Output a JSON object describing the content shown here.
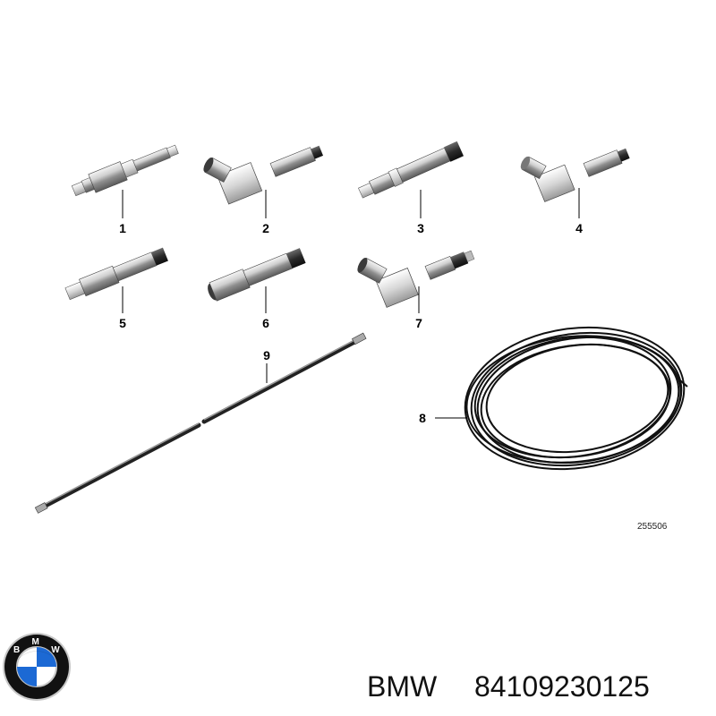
{
  "diagram": {
    "callouts": [
      "1",
      "2",
      "3",
      "4",
      "5",
      "6",
      "7",
      "8",
      "9"
    ],
    "reference_number": "255506"
  },
  "logo": {
    "text": "BMW",
    "colors": {
      "ring": "#111111",
      "blue": "#1c69d4",
      "white": "#ffffff",
      "silver": "#c8c8c8"
    }
  },
  "caption": {
    "brand": "BMW",
    "part_number": "84109230125"
  }
}
